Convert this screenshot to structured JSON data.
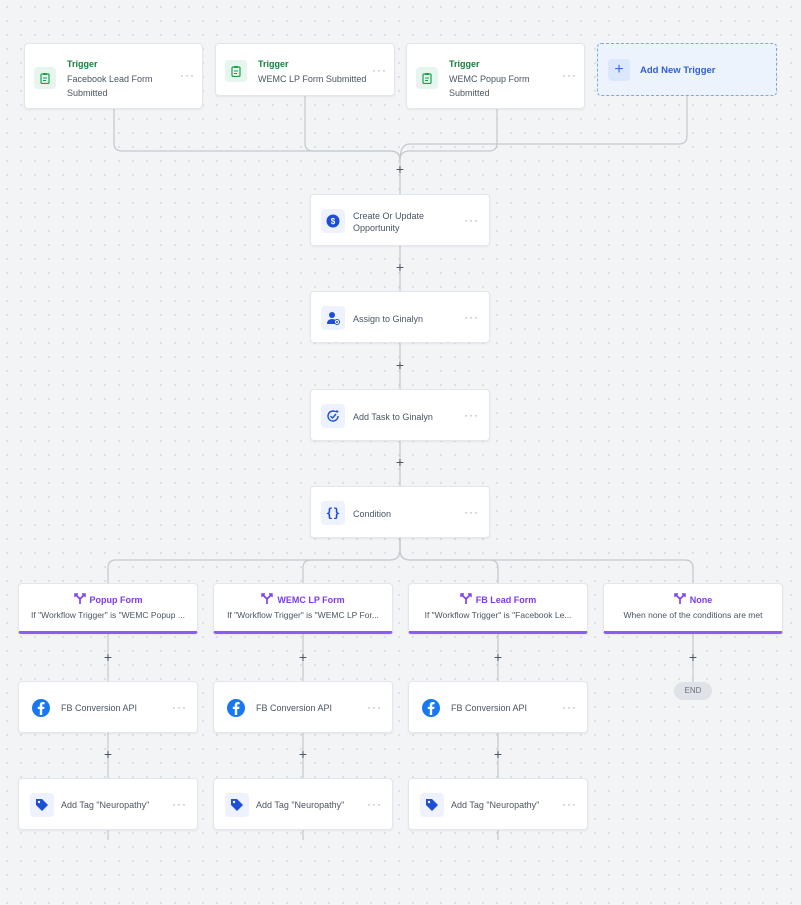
{
  "triggers": [
    {
      "title": "Trigger",
      "subtitle": "Facebook Lead Form Submitted"
    },
    {
      "title": "Trigger",
      "subtitle": "WEMC LP Form Submitted"
    },
    {
      "title": "Trigger",
      "subtitle": "WEMC Popup Form Submitted"
    }
  ],
  "add_trigger": {
    "label": "Add New Trigger"
  },
  "actions": [
    {
      "label": "Create Or Update Opportunity",
      "icon": "dollar-icon"
    },
    {
      "label": "Assign to Ginalyn",
      "icon": "assign-user-icon"
    },
    {
      "label": "Add Task to Ginalyn",
      "icon": "task-check-icon"
    },
    {
      "label": "Condition",
      "icon": "braces-icon"
    }
  ],
  "branches": [
    {
      "title": "Popup Form",
      "description": "If \"Workflow Trigger\" is \"WEMC Popup ..."
    },
    {
      "title": "WEMC LP Form",
      "description": "If \"Workflow Trigger\" is \"WEMC LP For..."
    },
    {
      "title": "FB Lead Form",
      "description": "If \"Workflow Trigger\" is \"Facebook Le..."
    },
    {
      "title": "None",
      "description": "When none of the conditions are met"
    }
  ],
  "branch_actions": {
    "conversion": "FB Conversion API",
    "tag": "Add Tag \"Neuropathy\""
  },
  "end_label": "END",
  "menu_glyph": "···",
  "plus_glyph": "+",
  "colors": {
    "trigger_title": "#15803d",
    "branch_accent": "#8b5cf6",
    "add_trigger": "#2f5fd0",
    "facebook": "#1877f2"
  }
}
